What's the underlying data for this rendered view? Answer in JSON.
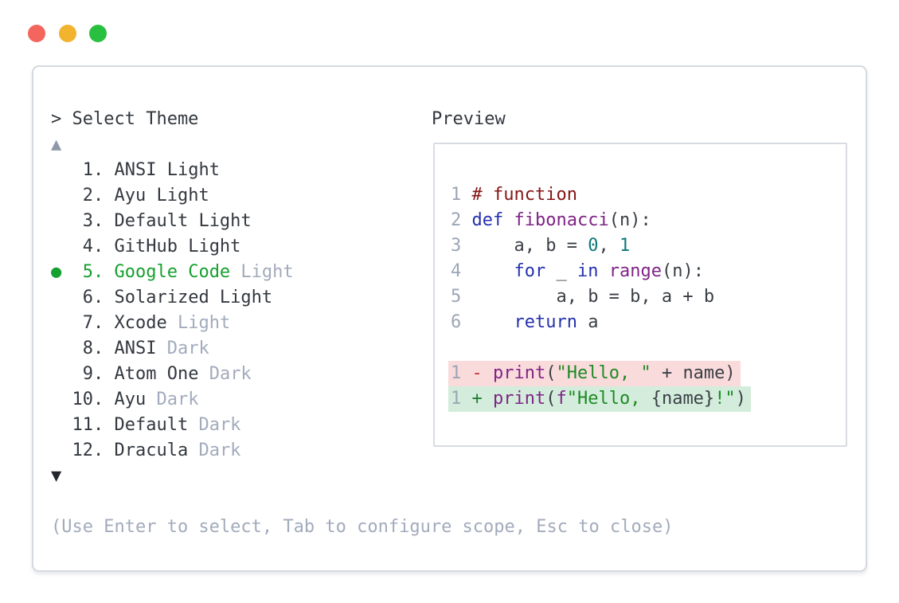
{
  "window": {
    "traffic_lights": [
      {
        "name": "close-button",
        "color": "#f3655d"
      },
      {
        "name": "minimize-button",
        "color": "#f2b32e"
      },
      {
        "name": "maximize-button",
        "color": "#2ac03f"
      }
    ]
  },
  "selector": {
    "prompt": "> Select Theme",
    "scroll_up_icon": "▲",
    "scroll_down_icon": "▼",
    "selected_marker": "●",
    "hint": "(Use Enter to select, Tab to configure scope, Esc to close)",
    "items": [
      {
        "number": "1",
        "name": "ANSI Light",
        "suffix": "",
        "selected": false
      },
      {
        "number": "2",
        "name": "Ayu Light",
        "suffix": "",
        "selected": false
      },
      {
        "number": "3",
        "name": "Default Light",
        "suffix": "",
        "selected": false
      },
      {
        "number": "4",
        "name": "GitHub Light",
        "suffix": "",
        "selected": false
      },
      {
        "number": "5",
        "name": "Google Code",
        "suffix": "Light",
        "selected": true
      },
      {
        "number": "6",
        "name": "Solarized Light",
        "suffix": "",
        "selected": false
      },
      {
        "number": "7",
        "name": "Xcode",
        "suffix": "Light",
        "selected": false
      },
      {
        "number": "8",
        "name": "ANSI",
        "suffix": "Dark",
        "selected": false
      },
      {
        "number": "9",
        "name": "Atom One",
        "suffix": "Dark",
        "selected": false
      },
      {
        "number": "10",
        "name": "Ayu",
        "suffix": "Dark",
        "selected": false
      },
      {
        "number": "11",
        "name": "Default",
        "suffix": "Dark",
        "selected": false
      },
      {
        "number": "12",
        "name": "Dracula",
        "suffix": "Dark",
        "selected": false
      }
    ]
  },
  "preview": {
    "label": "Preview",
    "code_lines": [
      {
        "num": "1",
        "bg": "",
        "tokens": [
          {
            "t": "# function",
            "c": "com"
          }
        ]
      },
      {
        "num": "2",
        "bg": "",
        "tokens": [
          {
            "t": "def",
            "c": "kwd"
          },
          {
            "t": " ",
            "c": "pln"
          },
          {
            "t": "fibonacci",
            "c": "typ"
          },
          {
            "t": "(n):",
            "c": "pln"
          }
        ]
      },
      {
        "num": "3",
        "bg": "",
        "tokens": [
          {
            "t": "    a, b = ",
            "c": "pln"
          },
          {
            "t": "0",
            "c": "lit"
          },
          {
            "t": ", ",
            "c": "pln"
          },
          {
            "t": "1",
            "c": "lit"
          }
        ]
      },
      {
        "num": "4",
        "bg": "",
        "tokens": [
          {
            "t": "    ",
            "c": "pln"
          },
          {
            "t": "for",
            "c": "kwd"
          },
          {
            "t": " _ ",
            "c": "pln"
          },
          {
            "t": "in",
            "c": "kwd"
          },
          {
            "t": " ",
            "c": "pln"
          },
          {
            "t": "range",
            "c": "typ"
          },
          {
            "t": "(n):",
            "c": "pln"
          }
        ]
      },
      {
        "num": "5",
        "bg": "",
        "tokens": [
          {
            "t": "        a, b = b, a + b",
            "c": "pln"
          }
        ]
      },
      {
        "num": "6",
        "bg": "",
        "tokens": [
          {
            "t": "    ",
            "c": "pln"
          },
          {
            "t": "return",
            "c": "kwd"
          },
          {
            "t": " a",
            "c": "pln"
          }
        ]
      },
      {
        "num": "",
        "bg": "",
        "tokens": []
      },
      {
        "num": "1",
        "bg": "del",
        "tokens": [
          {
            "t": "- ",
            "c": "del"
          },
          {
            "t": "print",
            "c": "typ"
          },
          {
            "t": "(",
            "c": "pln"
          },
          {
            "t": "\"Hello, \"",
            "c": "str"
          },
          {
            "t": " + name)",
            "c": "pln"
          }
        ]
      },
      {
        "num": "1",
        "bg": "add",
        "tokens": [
          {
            "t": "+ ",
            "c": "add"
          },
          {
            "t": "print",
            "c": "typ"
          },
          {
            "t": "(",
            "c": "pln"
          },
          {
            "t": "f",
            "c": "typ"
          },
          {
            "t": "\"Hello, ",
            "c": "str"
          },
          {
            "t": "{name}",
            "c": "pln"
          },
          {
            "t": "!\"",
            "c": "str"
          },
          {
            "t": ")",
            "c": "pln"
          }
        ]
      }
    ]
  },
  "colors": {
    "selection_green": "#16a02f",
    "text_dark": "#33383f",
    "text_muted": "#a2abbc",
    "line_number": "#9ca6b6",
    "diff_removed_bg": "#fadbdc",
    "diff_added_bg": "#d3ecdb",
    "syntax_comment": "#851515",
    "syntax_keyword": "#2531ae",
    "syntax_function": "#7f2386",
    "syntax_string": "#1d8a24",
    "syntax_literal": "#0d7878",
    "panel_border": "#d5dae1"
  }
}
